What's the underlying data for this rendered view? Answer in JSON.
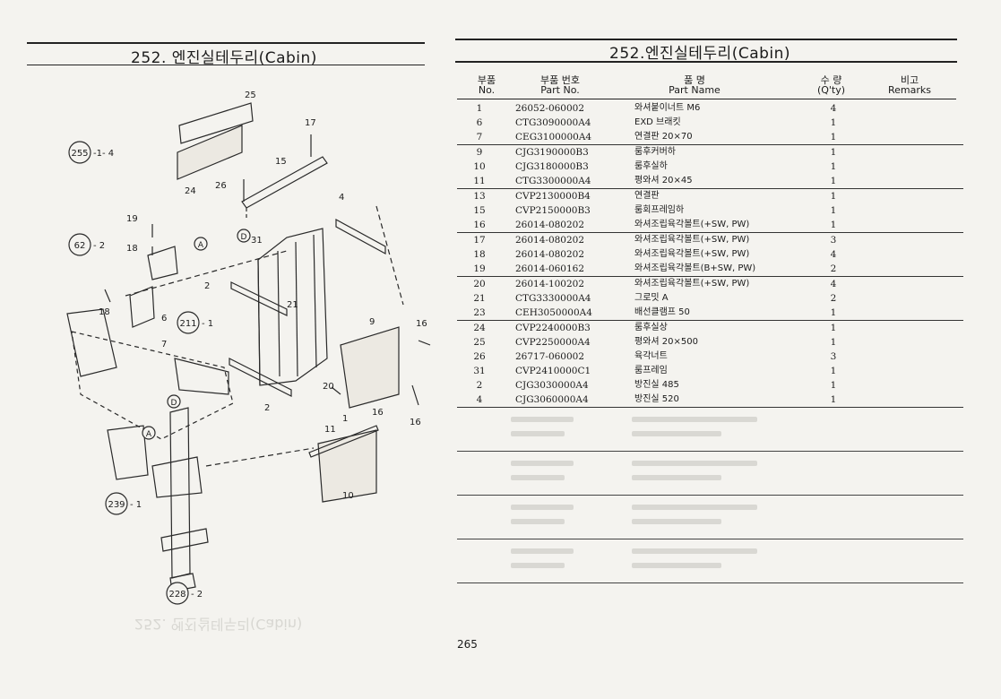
{
  "left_page": {
    "title": "252. 엔진실테두리(Cabin)"
  },
  "right_page": {
    "title": "252.엔진실테두리(Cabin)",
    "page_number": "265",
    "header": {
      "no_kr": "부품",
      "no_en": "No.",
      "pn_kr": "부품 번호",
      "pn_en": "Part No.",
      "name_kr": "품 명",
      "name_en": "Part Name",
      "qty_kr": "수 량",
      "qty_en": "(Q'ty)",
      "remarks_kr": "비고",
      "remarks_en": "Remarks"
    },
    "groups": [
      [
        {
          "no": "1",
          "part_no": "26052-060002",
          "name": "와셔붙이너트 M6",
          "qty": "4"
        },
        {
          "no": "6",
          "part_no": "CTG3090000A4",
          "name": "EXD 브래킷",
          "qty": "1"
        },
        {
          "no": "7",
          "part_no": "CEG3100000A4",
          "name": "연결판 20×70",
          "qty": "1"
        }
      ],
      [
        {
          "no": "9",
          "part_no": "CJG3190000B3",
          "name": "룸후커버하",
          "qty": "1"
        },
        {
          "no": "10",
          "part_no": "CJG3180000B3",
          "name": "룸후실하",
          "qty": "1"
        },
        {
          "no": "11",
          "part_no": "CTG3300000A4",
          "name": "평와셔 20×45",
          "qty": "1"
        }
      ],
      [
        {
          "no": "13",
          "part_no": "CVP2130000B4",
          "name": "연결판",
          "qty": "1"
        },
        {
          "no": "15",
          "part_no": "CVP2150000B3",
          "name": "룸회프레임하",
          "qty": "1"
        },
        {
          "no": "16",
          "part_no": "26014-080202",
          "name": "와셔조립육각볼트(+SW, PW)",
          "qty": "1"
        }
      ],
      [
        {
          "no": "17",
          "part_no": "26014-080202",
          "name": "와셔조립육각볼트(+SW, PW)",
          "qty": "3"
        },
        {
          "no": "18",
          "part_no": "26014-080202",
          "name": "와셔조립육각볼트(+SW, PW)",
          "qty": "4"
        },
        {
          "no": "19",
          "part_no": "26014-060162",
          "name": "와셔조립육각볼트(B+SW, PW)",
          "qty": "2"
        }
      ],
      [
        {
          "no": "20",
          "part_no": "26014-100202",
          "name": "와셔조립육각볼트(+SW, PW)",
          "qty": "4"
        },
        {
          "no": "21",
          "part_no": "CTG3330000A4",
          "name": "그로밋 A",
          "qty": "2"
        },
        {
          "no": "23",
          "part_no": "CEH3050000A4",
          "name": "배선클램프 50",
          "qty": "1"
        }
      ],
      [
        {
          "no": "24",
          "part_no": "CVP2240000B3",
          "name": "룸후실상",
          "qty": "1"
        },
        {
          "no": "25",
          "part_no": "CVP2250000A4",
          "name": "평와셔 20×500",
          "qty": "1"
        },
        {
          "no": "26",
          "part_no": "26717-060002",
          "name": "육각너트",
          "qty": "3"
        },
        {
          "no": "31",
          "part_no": "CVP2410000C1",
          "name": "룸프레임",
          "qty": "1"
        },
        {
          "no": "2",
          "part_no": "CJG3030000A4",
          "name": "방진실 485",
          "qty": "1"
        },
        {
          "no": "4",
          "part_no": "CJG3060000A4",
          "name": "방진실 520",
          "qty": "1"
        }
      ]
    ]
  },
  "callouts": {
    "c255": "255",
    "c255_suffix": "-1- 4",
    "c62": "62",
    "c62_suffix": "- 2",
    "c211": "211",
    "c211_suffix": "- 1",
    "c239": "239",
    "c239_suffix": "- 1",
    "c228": "228",
    "c228_suffix": "- 2",
    "n25": "25",
    "n17": "17",
    "n15": "15",
    "n24": "24",
    "n26": "26",
    "n4": "4",
    "n19": "19",
    "n18a": "18",
    "n18b": "18",
    "n31": "31",
    "n2a": "2",
    "n2b": "2",
    "n21": "21",
    "n6": "6",
    "n7": "7",
    "n9": "9",
    "n16a": "16",
    "n16b": "16",
    "n16c": "16",
    "n20": "20",
    "n1": "1",
    "n11": "11",
    "n10": "10",
    "ref_a": "A",
    "ref_d": "D"
  },
  "colors": {
    "ink": "#1b1b1b",
    "paper": "#f4f3ef",
    "faded": "#d8d7d2"
  }
}
